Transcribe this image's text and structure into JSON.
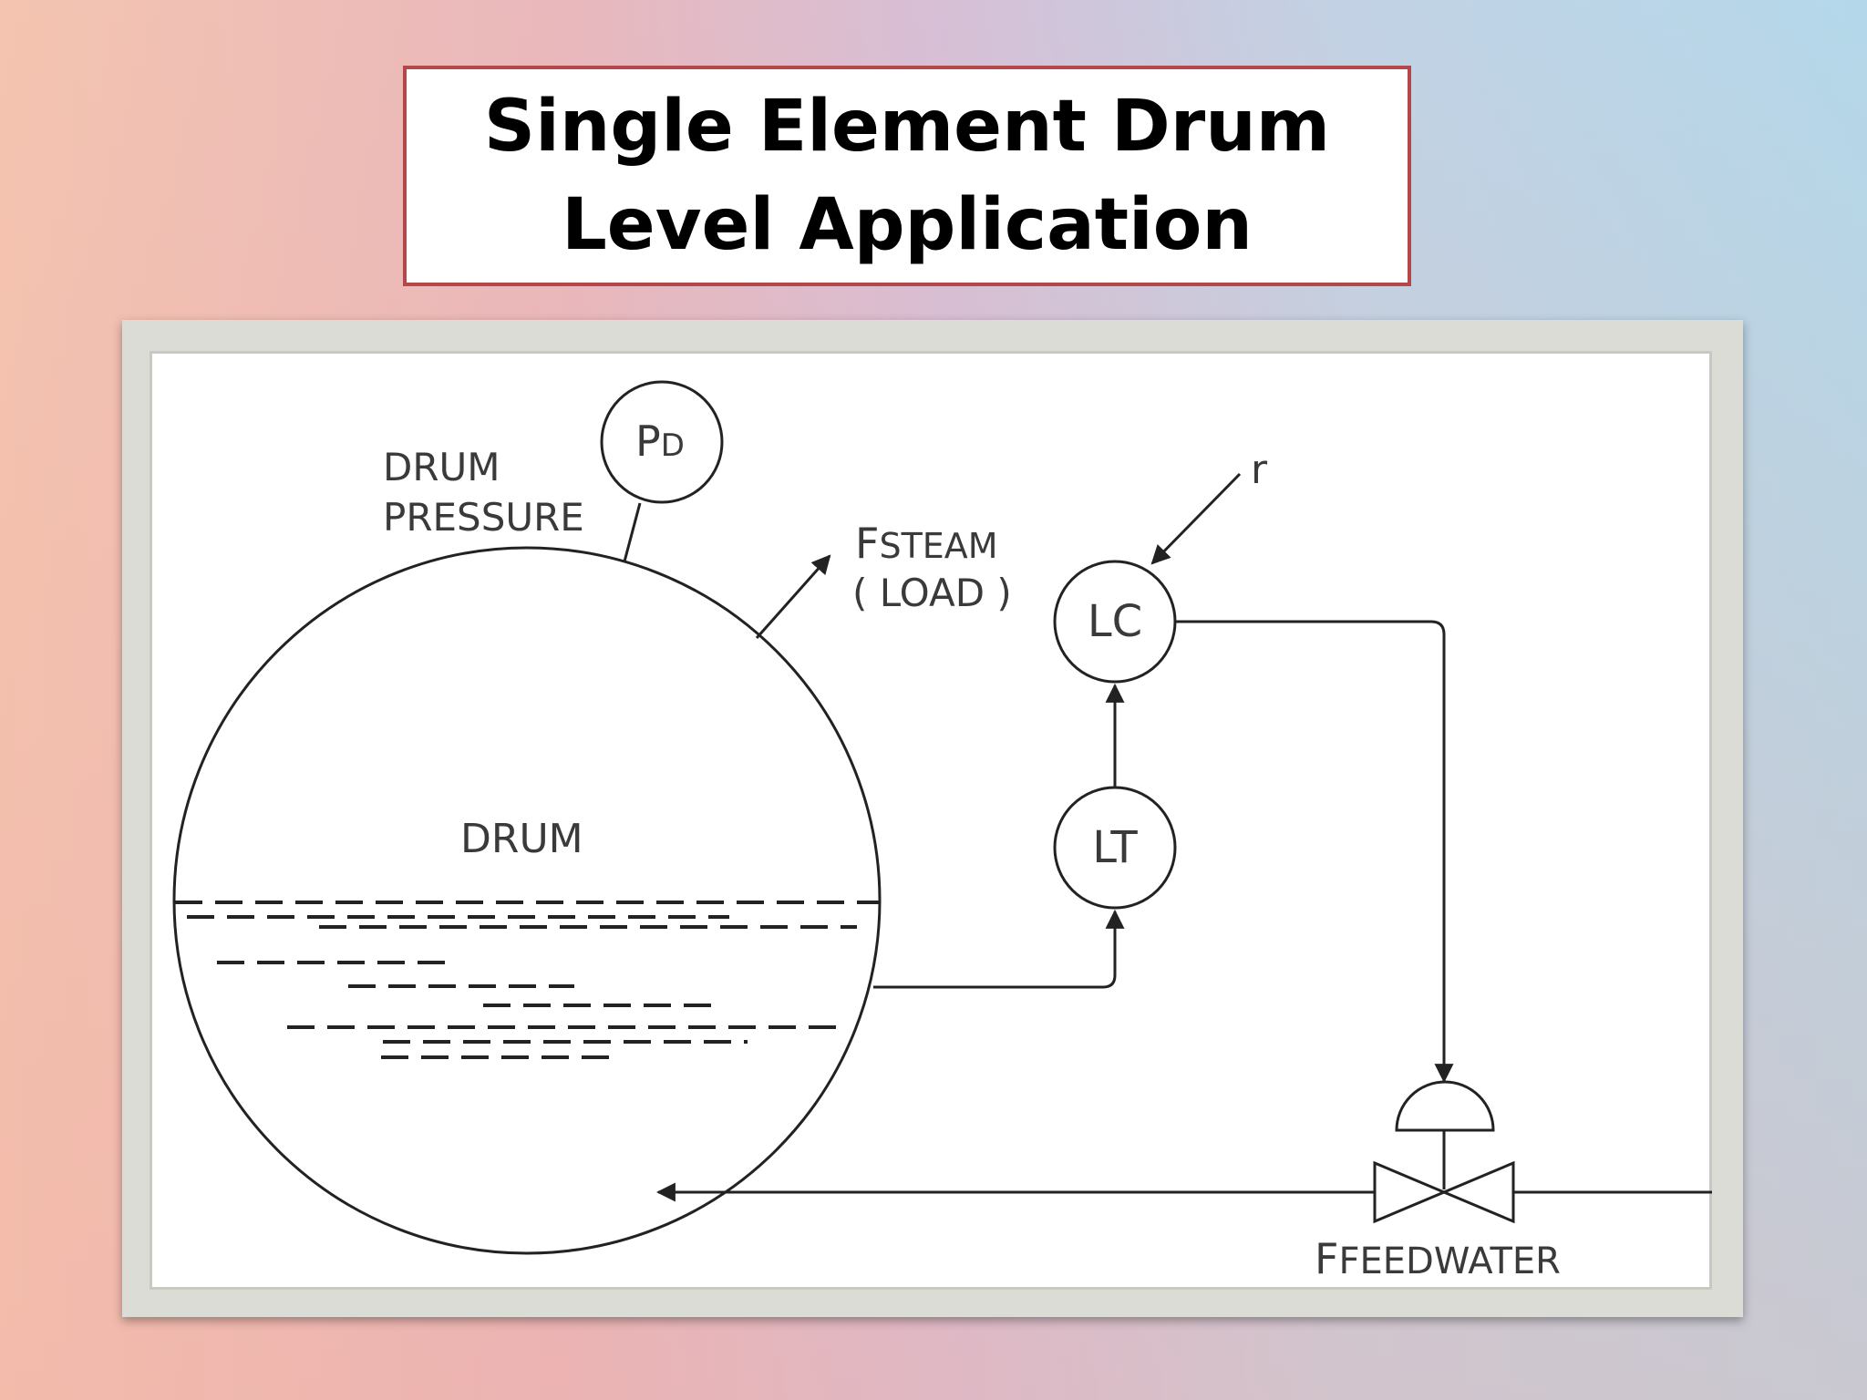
{
  "title": "Single Element Drum Level Application",
  "diagram": {
    "drum_pressure_line1": "DRUM",
    "drum_pressure_line2": "PRESSURE",
    "pd_main": "P",
    "pd_sub": "D",
    "steam_main": "F",
    "steam_sub": "STEAM",
    "steam_load": "( LOAD )",
    "setpoint": "r",
    "lc": "LC",
    "lt": "LT",
    "drum": "DRUM",
    "feedwater_main": "F",
    "feedwater_sub": "FEEDWATER"
  }
}
